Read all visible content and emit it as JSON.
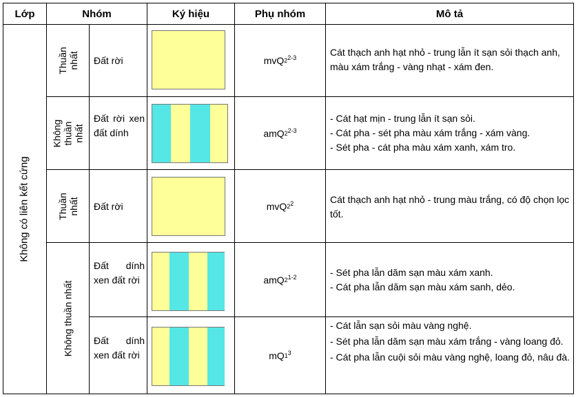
{
  "headers": {
    "lop": "Lớp",
    "nhom": "Nhóm",
    "ky_hieu": "Ký hiệu",
    "phu_nhom": "Phụ nhóm",
    "mo_ta": "Mô tả"
  },
  "lop_label": "Không có liên kết cứng",
  "row_group_a": {
    "label": "Thuần nhất"
  },
  "row_group_b": {
    "label": "Không thuần nhất"
  },
  "row_group_c": {
    "label": "Thuần nhất"
  },
  "row_group_d": {
    "label": "Không thuần nhất"
  },
  "rows": [
    {
      "group": "Đất rời",
      "sub_base": "mvQ",
      "sub_low": "2",
      "sub_high": "2-3",
      "desc": [
        "Cát thạch anh hạt nhỏ - trung lẫn ít sạn sỏi thạch anh, màu xám trắng - vàng nhạt - xám đen."
      ],
      "pattern": "plain"
    },
    {
      "group": "Đất rời xen đất dính",
      "sub_base": "amQ",
      "sub_low": "2",
      "sub_high": "2-3",
      "desc": [
        "- Cát hạt mịn - trung lẫn ít sạn sỏi.",
        "- Cát pha - sét pha màu xám trắng - xám vàng.",
        "- Sét pha - cát pha màu xám xanh, xám tro."
      ],
      "pattern": "stripes-a"
    },
    {
      "group": "Đất rời",
      "sub_base": "mvQ",
      "sub_low": "2",
      "sub_high": "2",
      "desc": [
        "Cát thạch anh hạt nhỏ - trung màu trắng, có độ chọn lọc tốt."
      ],
      "pattern": "plain"
    },
    {
      "group": "Đất dính xen đất rời",
      "sub_base": "amQ",
      "sub_low": "2",
      "sub_high": "1-2",
      "desc": [
        "- Sét pha lẫn dăm sạn màu xám xanh.",
        "- Cát pha lẫn dăm sạn màu xám sanh, dẻo."
      ],
      "pattern": "stripes-b"
    },
    {
      "group": "Đất dính xen đất rời",
      "sub_base": "mQ",
      "sub_low": "1",
      "sub_high": "3",
      "desc": [
        "- Cát lẫn sạn sỏi màu vàng nghệ.",
        "- Sét pha lẫn dăm sạn màu xám trắng - vàng loang đỏ.",
        "- Cát pha lẫn cuội sỏi màu vàng nghệ, loang đỏ, nâu đà."
      ],
      "pattern": "stripes-b"
    }
  ],
  "colors": {
    "sym_yellow": "#ffff99",
    "sym_cyan": "#55e6e6",
    "grid": "#000000"
  }
}
